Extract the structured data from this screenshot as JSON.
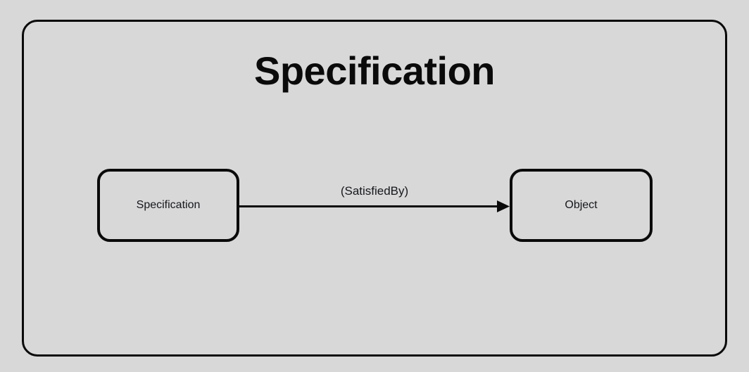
{
  "diagram": {
    "background_color": "#d8d8d8",
    "stroke_color": "#0a0a0a",
    "text_color": "#16181d",
    "package": {
      "title": "Specification"
    },
    "nodes": [
      {
        "id": "specification",
        "label": "Specification"
      },
      {
        "id": "object",
        "label": "Object"
      }
    ],
    "connectors": [
      {
        "id": "satisfied-by",
        "label": "(SatisfiedBy)",
        "from": "specification",
        "to": "object",
        "arrowhead": "filled-triangle"
      }
    ]
  }
}
